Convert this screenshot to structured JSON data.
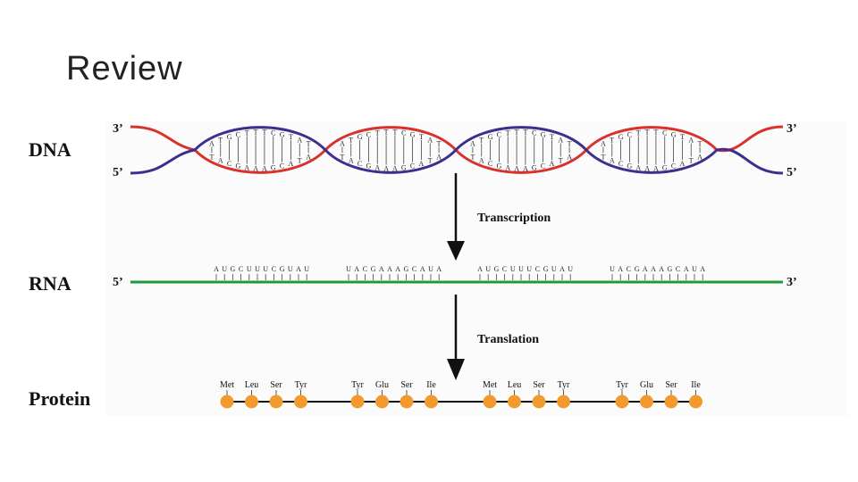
{
  "slide": {
    "title": "Review"
  },
  "diagram": {
    "rows": {
      "dna": "DNA",
      "rna": "RNA",
      "protein": "Protein"
    },
    "ends": {
      "three_prime": "3’",
      "five_prime": "5’"
    },
    "steps": {
      "transcription": "Transcription",
      "translation": "Translation"
    },
    "dna_segments": [
      {
        "top": "ATGCTTTCGTAT",
        "bottom": "TACGAAAGCATA"
      },
      {
        "top": "ATGCTTTCGTAT",
        "bottom": "TACGAAAGCATA"
      },
      {
        "top": "ATGCTTTCGTAT",
        "bottom": "TACGAAAGCATA"
      },
      {
        "top": "ATGCTTTCGTAT",
        "bottom": "TACGAAAGCATA"
      }
    ],
    "rna_segments": [
      "AUGCUUUCGUAU",
      "UACGAAAGCAUA",
      "AUGCUUUCGUAU",
      "UACGAAAGCAUA"
    ],
    "protein_groups": [
      [
        "Met",
        "Leu",
        "Ser",
        "Tyr"
      ],
      [
        "Tyr",
        "Glu",
        "Ser",
        "Ile"
      ],
      [
        "Met",
        "Leu",
        "Ser",
        "Tyr"
      ],
      [
        "Tyr",
        "Glu",
        "Ser",
        "Ile"
      ]
    ],
    "colors": {
      "dna_strand_red": "#d9312b",
      "dna_strand_blue": "#3c2f8f",
      "rna_strand": "#1f9a3a",
      "amino_acid": "#f39a2e",
      "arrow": "#111111"
    }
  }
}
